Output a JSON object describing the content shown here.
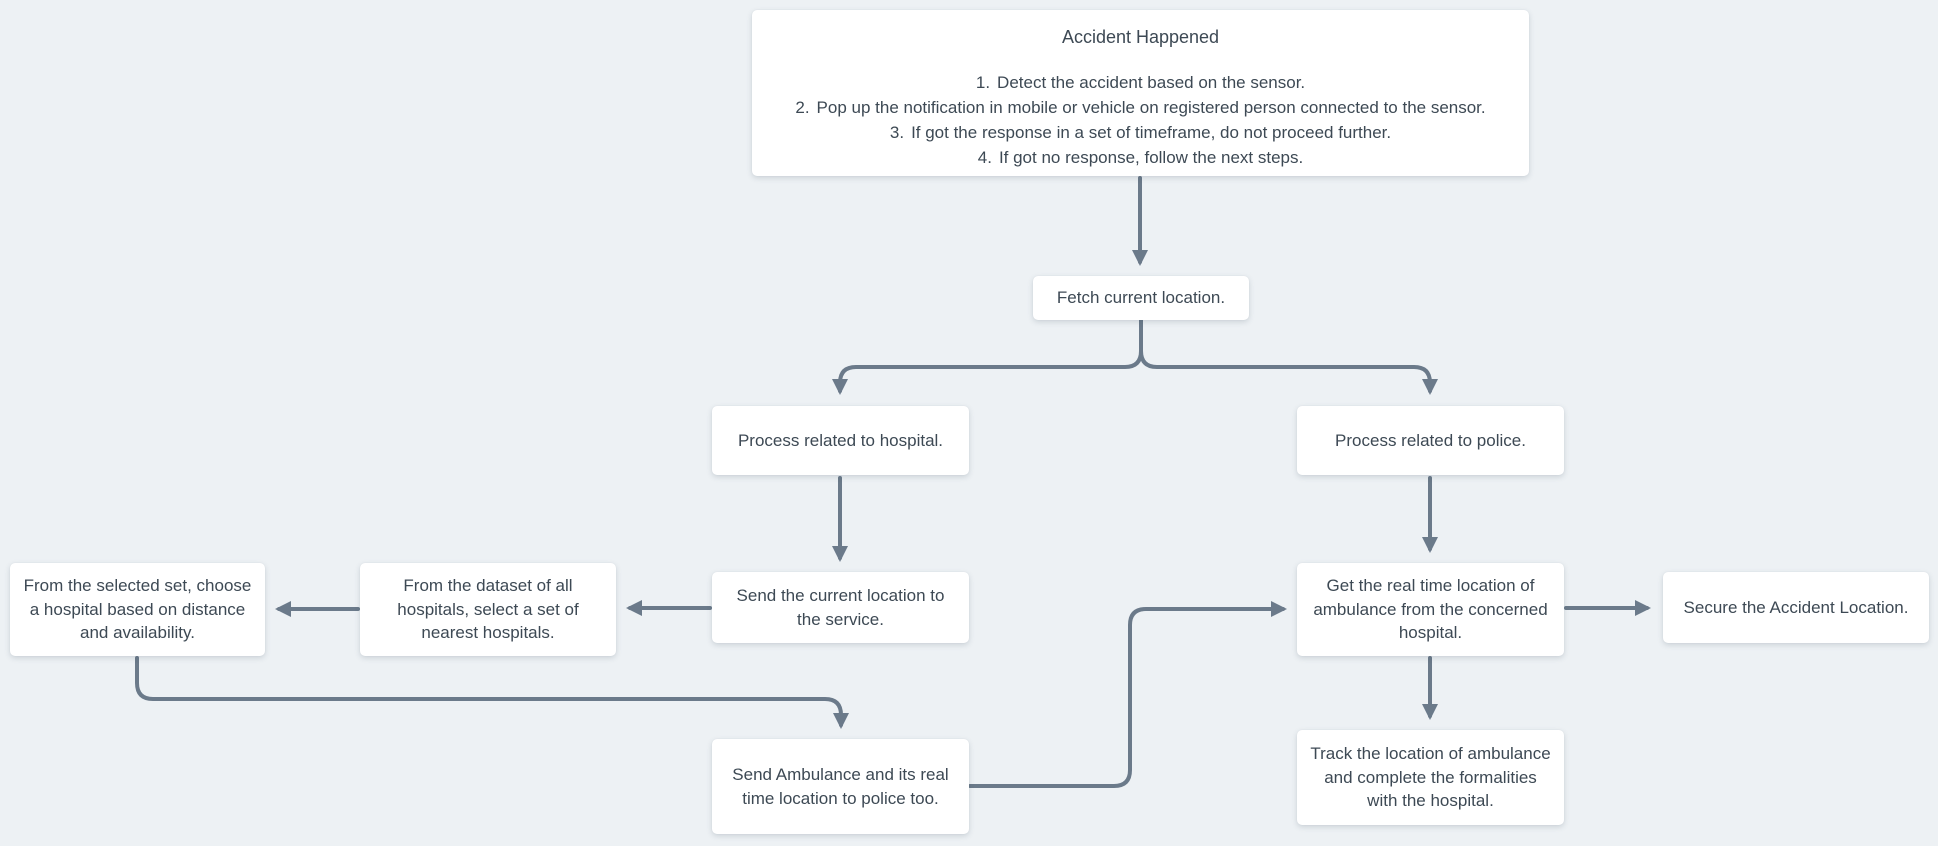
{
  "canvas": {
    "colors": {
      "bg": "#edf1f4",
      "box": "#ffffff",
      "line": "#6b7a8a",
      "text": "#3d4954"
    }
  },
  "nodes": {
    "accident": {
      "title": "Accident Happened",
      "steps": [
        {
          "num": "1.",
          "text": "Detect the accident based on the sensor."
        },
        {
          "num": "2.",
          "text": "Pop up the notification in mobile or vehicle on registered person connected to the sensor."
        },
        {
          "num": "3.",
          "text": "If got the response in a set of timeframe, do not proceed further."
        },
        {
          "num": "4.",
          "text": "If got no response, follow the next steps."
        }
      ]
    },
    "fetch": {
      "label": "Fetch current location."
    },
    "hospital_process": {
      "label": "Process related to hospital."
    },
    "police_process": {
      "label": "Process related to police."
    },
    "choose_hospital": {
      "label": "From the selected set, choose a hospital based on distance and availability."
    },
    "select_nearest": {
      "label": "From the dataset of all hospitals, select a set of nearest hospitals."
    },
    "send_location": {
      "label": "Send the current location to the service."
    },
    "get_ambulance_location": {
      "label": "Get the real time location of ambulance from the concerned hospital."
    },
    "secure_location": {
      "label": "Secure the Accident Location."
    },
    "send_ambulance_police": {
      "label": "Send Ambulance and its real time location to police too."
    },
    "track_ambulance": {
      "label": "Track the location of ambulance and complete the formalities with the hospital."
    }
  },
  "edges": [
    {
      "from": "accident",
      "to": "fetch"
    },
    {
      "from": "fetch",
      "to": "hospital_process"
    },
    {
      "from": "fetch",
      "to": "police_process"
    },
    {
      "from": "hospital_process",
      "to": "send_location"
    },
    {
      "from": "police_process",
      "to": "get_ambulance_location"
    },
    {
      "from": "send_location",
      "to": "select_nearest"
    },
    {
      "from": "select_nearest",
      "to": "choose_hospital"
    },
    {
      "from": "choose_hospital",
      "to": "send_ambulance_police"
    },
    {
      "from": "send_ambulance_police",
      "to": "get_ambulance_location"
    },
    {
      "from": "get_ambulance_location",
      "to": "secure_location"
    },
    {
      "from": "get_ambulance_location",
      "to": "track_ambulance"
    }
  ]
}
